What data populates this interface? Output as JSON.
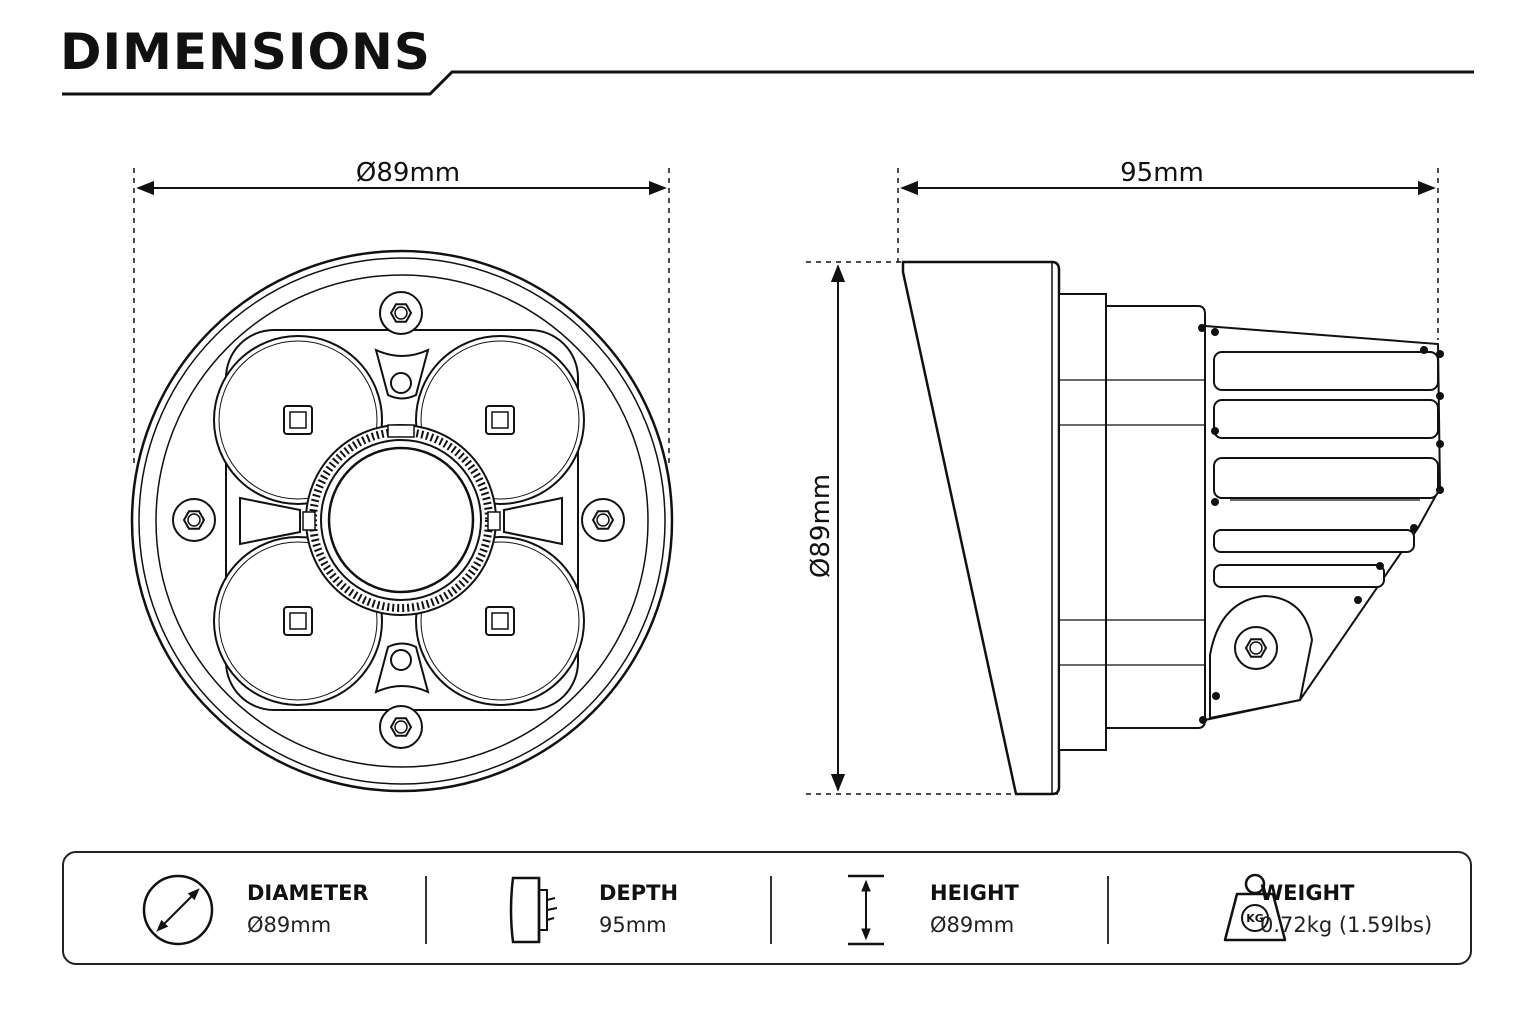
{
  "header": {
    "title": "DIMENSIONS"
  },
  "front_view": {
    "width_label": "Ø89mm"
  },
  "side_view": {
    "depth_label": "95mm",
    "height_label": "Ø89mm"
  },
  "specs": [
    {
      "icon": "diameter-icon",
      "label": "DIAMETER",
      "value": "Ø89mm"
    },
    {
      "icon": "depth-icon",
      "label": "DEPTH",
      "value": "95mm"
    },
    {
      "icon": "height-icon",
      "label": "HEIGHT",
      "value": "Ø89mm"
    },
    {
      "icon": "weight-icon",
      "label": "WEIGHT",
      "value": "0.72kg (1.59lbs)",
      "icon_text": "KG"
    }
  ],
  "colors": {
    "line": "#111111",
    "background": "#ffffff"
  }
}
